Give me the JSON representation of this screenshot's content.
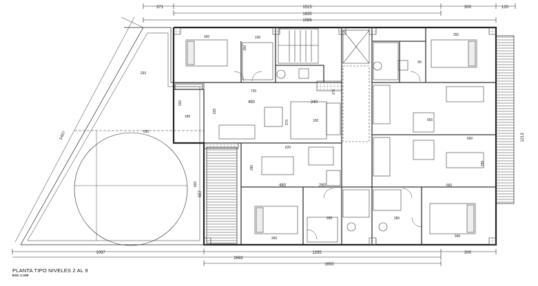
{
  "plan": {
    "title": "PLANTA TIPO NIVELES 2 AL 9",
    "scale": "ESC 1:100"
  },
  "dims_top": {
    "d371": "371",
    "d1515": "1515",
    "d1835": "1835",
    "d1986": "1986",
    "d300": "300",
    "d120": "120"
  },
  "dims_bottom": {
    "d1097": "1097",
    "d2692": "2692",
    "d1295": "1295",
    "d1650": "1650",
    "d300": "300"
  },
  "dims_side": {
    "d1407": "1407",
    "d1213": "1213",
    "d557": "557"
  },
  "inner": {
    "d360a": "360",
    "d190": "190",
    "d150": "150",
    "d355": "355",
    "d90": "90",
    "d720": "720",
    "d175": "175",
    "d480": "480",
    "d240": "240",
    "d220": "220",
    "d325": "325",
    "d185": "185",
    "d100": "100",
    "d270": "270",
    "d665": "665",
    "d620": "620",
    "d660a": "660",
    "d280a": "280",
    "d460": "460",
    "d260": "260",
    "d660b": "660",
    "d295": "295",
    "d285": "285",
    "d280b": "280",
    "d360b": "360",
    "d340": "340",
    "d690": "690",
    "d660c": "660",
    "d293": "293"
  },
  "colors": {
    "line": "#222222",
    "wall": "#3a3a3a",
    "hatch": "#777777"
  }
}
